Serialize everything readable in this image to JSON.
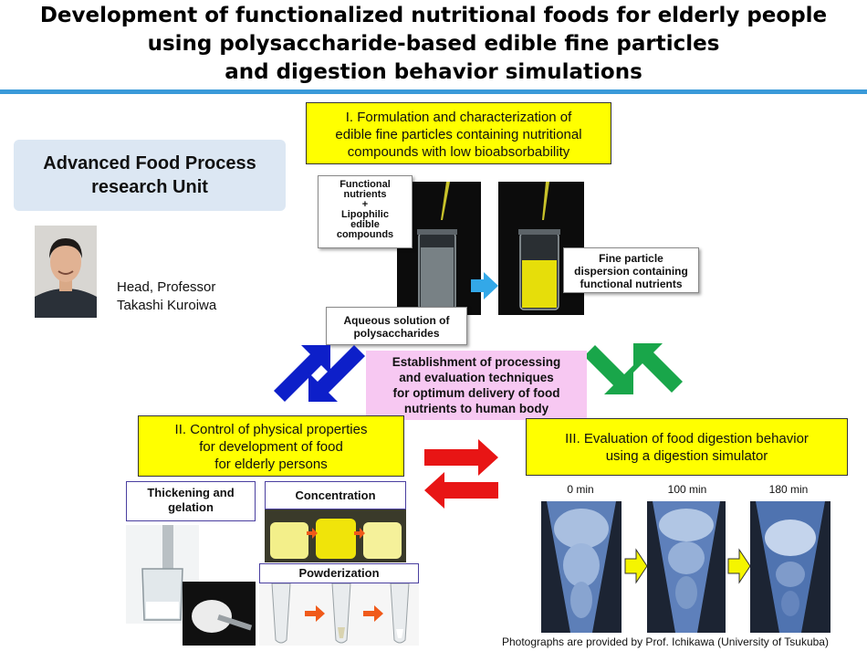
{
  "title": {
    "line1": "Development of functionalized nutritional foods for elderly people",
    "line2": "using polysaccharide-based edible fine particles",
    "line3": "and digestion behavior simulations"
  },
  "unit": {
    "line1": "Advanced Food Process",
    "line2": "research Unit"
  },
  "person": {
    "role": "Head, Professor",
    "name": "Takashi Kuroiwa"
  },
  "section1": {
    "line1": "I. Formulation and characterization of",
    "line2": "edible fine particles containing nutritional",
    "line3": "compounds with low bioabsorbability"
  },
  "section2": {
    "line1": "II. Control of physical properties",
    "line2": "for development of food",
    "line3": "for elderly persons"
  },
  "section3": {
    "line1": "III. Evaluation of food digestion behavior",
    "line2": "using a digestion simulator"
  },
  "labels": {
    "functional": [
      "Functional",
      "nutrients",
      "+",
      "Lipophilic",
      "edible",
      "compounds"
    ],
    "fine_particle": [
      "Fine particle",
      "dispersion containing",
      "functional nutrients"
    ],
    "aqueous": [
      "Aqueous solution of",
      "polysaccharides"
    ],
    "thickening": [
      "Thickening and",
      "gelation"
    ],
    "concentration": "Concentration",
    "powderization": "Powderization"
  },
  "center": {
    "line1": "Establishment of processing",
    "line2": "and evaluation techniques",
    "line3": "for optimum delivery of food",
    "line4": "nutrients to human body"
  },
  "times": [
    "0 min",
    "100 min",
    "180 min"
  ],
  "credit": "Photographs are provided by Prof. Ichikawa (University of Tsukuba)",
  "colors": {
    "title_rule": "#3a9ad9",
    "section_box": "#ffff00",
    "center_box": "#f7c8f2",
    "blue_arrows": "#0d1fc9",
    "green_arrows": "#19a64a",
    "red_arrows": "#e81515",
    "cyan_arrow": "#33a8e8",
    "orange_arrow": "#f05a1a",
    "yellow_arrow": "#f5f500"
  }
}
